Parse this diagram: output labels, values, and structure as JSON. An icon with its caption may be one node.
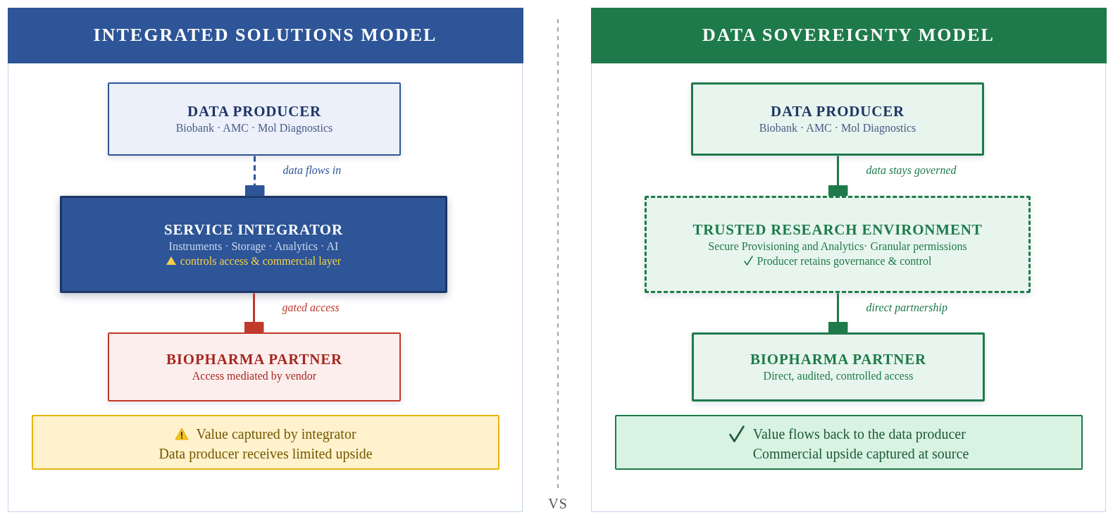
{
  "diagram": {
    "nodes": [
      {
        "text": [
          "INTEGRATED SOLUTIONS MODEL"
        ]
      },
      {
        "text": [
          "DATA PRODUCER",
          "Biobank · AMC · Mol Diagnostics"
        ],
        "in": 0
      },
      {
        "text": [
          "SERVICE INTEGRATOR",
          "Instruments · Storage · Analytics · AI",
          "controls access & commercial layer"
        ],
        "in": 0
      },
      {
        "text": [
          "BIOPHARMA PARTNER",
          "Access mediated by vendor"
        ],
        "in": 0
      },
      {
        "text": [
          "Value captured by integrator",
          "Data producer receives limited upside"
        ],
        "in": 0
      },
      {
        "text": [
          "DATA SOVEREIGNTY MODEL"
        ]
      },
      {
        "text": [
          "DATA PRODUCER",
          "Biobank · AMC · Mol Diagnostics"
        ],
        "in": 5
      },
      {
        "text": [
          "TRUSTED RESEARCH ENVIRONMENT",
          "Secure Provisioning and Analytics· Granular permissions",
          "Producer retains governance & control"
        ],
        "in": 5
      },
      {
        "text": [
          "BIOPHARMA PARTNER",
          "Direct, audited, controlled access"
        ],
        "in": 5
      },
      {
        "text": [
          "Value flows back to the data producer",
          "Commercial upside captured at source"
        ],
        "in": 5
      }
    ],
    "edges": [
      {
        "from": 1,
        "to": 2,
        "arrow": "other",
        "label": "data flows in",
        "style": "dashed",
        "color": "#2d5597"
      },
      {
        "from": 2,
        "to": 3,
        "arrow": "other",
        "label": "gated access",
        "color": "#c0392b"
      },
      {
        "from": 6,
        "to": 7,
        "arrow": "other",
        "label": "data stays governed",
        "color": "#1e7a4a"
      },
      {
        "from": 7,
        "to": 8,
        "arrow": "other",
        "label": "direct partnership",
        "color": "#1e7a4a"
      }
    ],
    "labels": [
      "VS"
    ]
  }
}
